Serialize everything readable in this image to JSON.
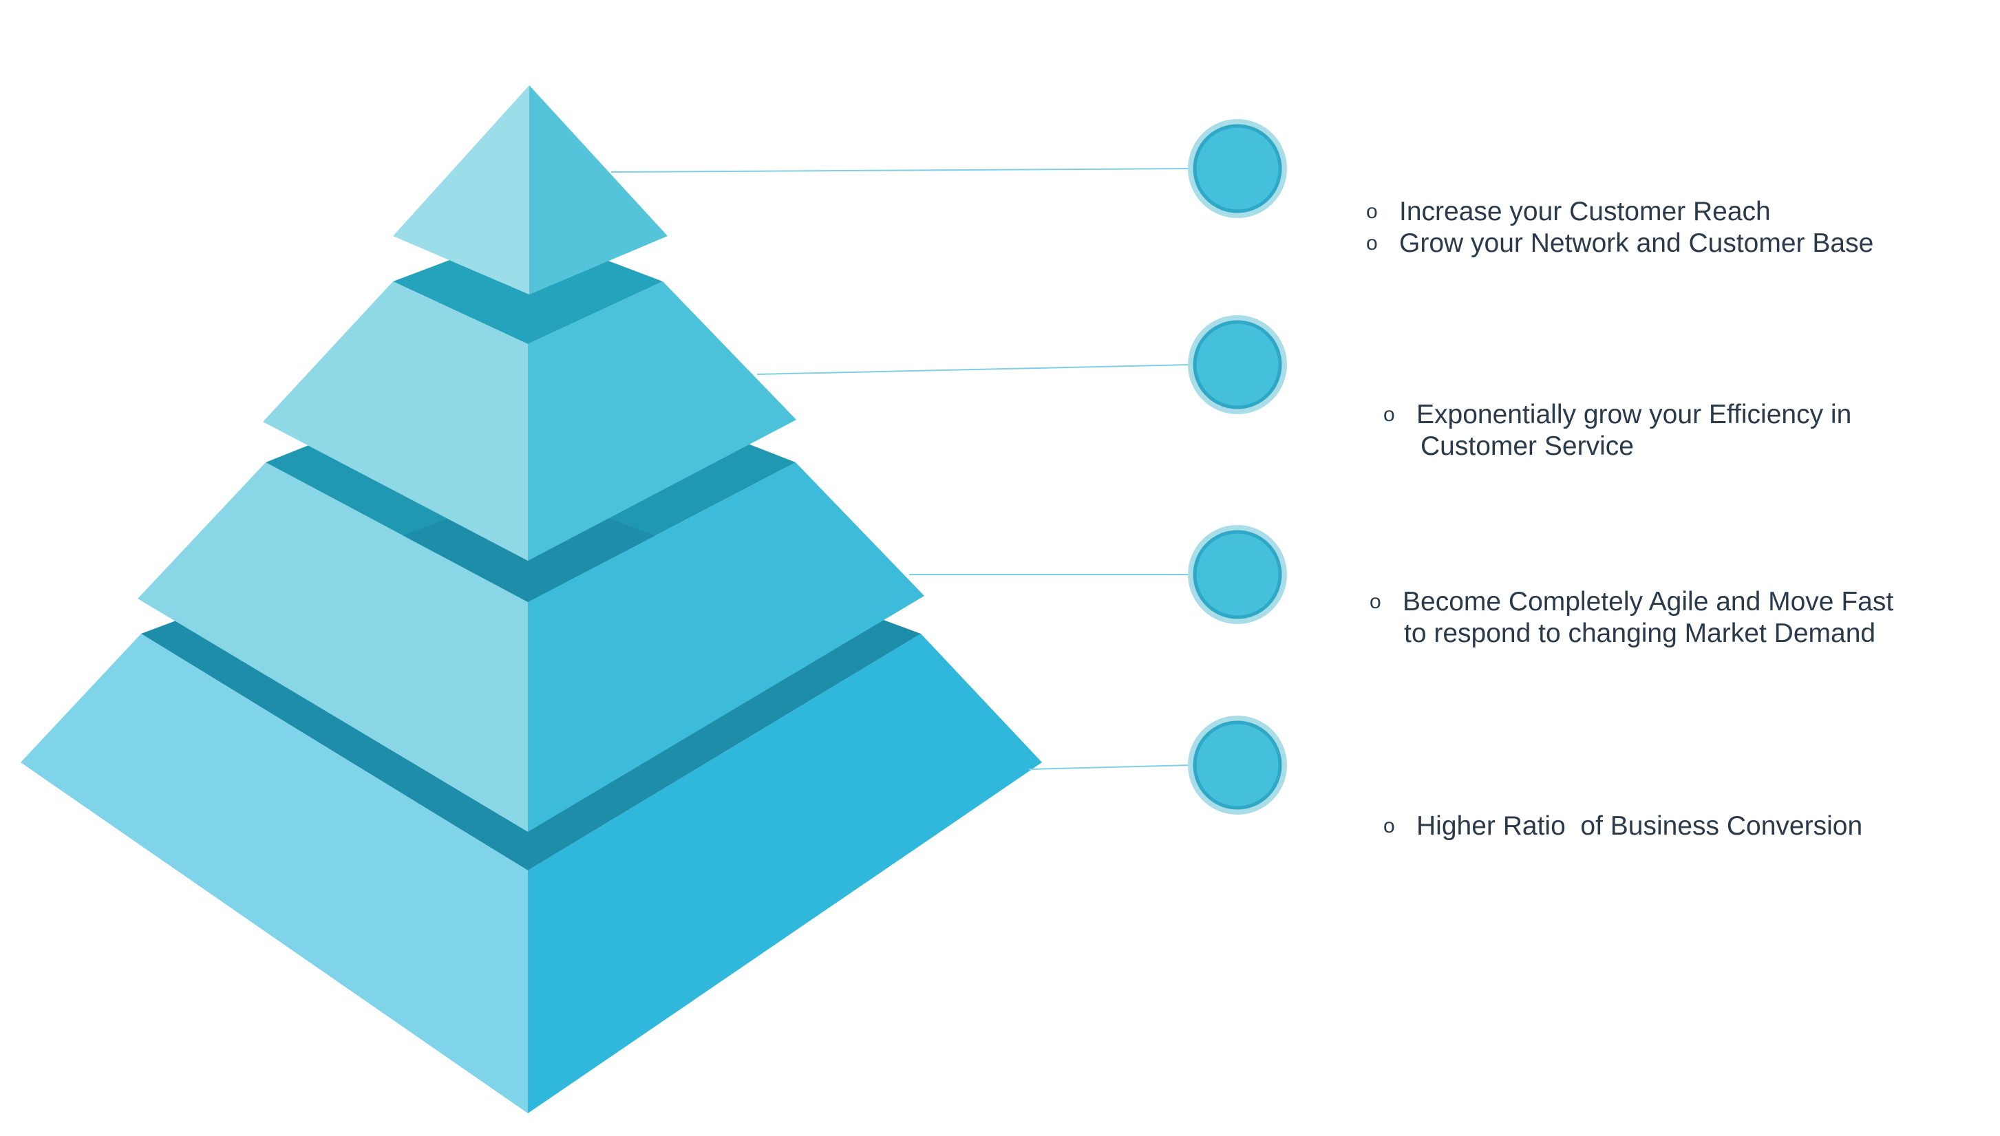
{
  "colors": {
    "tier1_left": "#9BDDE8",
    "tier1_right": "#53C4DA",
    "tier2_left": "#8FD9E6",
    "tier2_right": "#4BC2DA",
    "tier3_left": "#89D6E7",
    "tier3_right": "#3DBBDB",
    "tier4_left": "#80D4E9",
    "tier4_right": "#30B7DC",
    "band1": "#26A3BC",
    "band2": "#2198B2",
    "band3": "#1E8DA9",
    "connector": "#7ED0E0",
    "circle_ring": "#A9DDE8",
    "circle_fill": "#45C0DB",
    "circle_stroke": "#2EA8C6",
    "text": "#2B3A4A"
  },
  "tiers": [
    {
      "level": 1,
      "marker": "o",
      "bullets": [
        "Increase your Customer Reach",
        "Grow your Network and Customer Base"
      ]
    },
    {
      "level": 2,
      "marker": "o",
      "bullets": [
        "Exponentially grow your Efficiency in"
      ],
      "continuation": "Customer Service"
    },
    {
      "level": 3,
      "marker": "o",
      "bullets": [
        "Become Completely Agile and Move Fast"
      ],
      "continuation": "to respond to changing Market Demand"
    },
    {
      "level": 4,
      "marker": "o",
      "bullets": [
        "Higher Ratio  of Business Conversion"
      ]
    }
  ]
}
